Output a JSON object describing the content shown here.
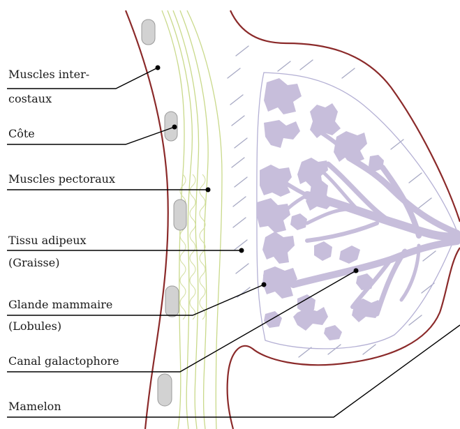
{
  "labels": {
    "intercostal_line1": "Muscles inter-",
    "intercostal_line2": "costaux",
    "rib": "Côte",
    "pectoral": "Muscles pectoraux",
    "adipose_line1": "Tissu adipeux",
    "adipose_line2": "(Graisse)",
    "gland_line1": "Glande mammaire",
    "gland_line2": "(Lobules)",
    "duct": "Canal galactophore",
    "nipple": "Mamelon"
  },
  "colors": {
    "skin_outline": "#8b2a2a",
    "pectoral_muscle": "#c9d98a",
    "gland_tissue": "#c7bedb",
    "gland_outline": "#b4b0d4",
    "rib_fill": "#d2d2d2",
    "fat_hatch": "#a7a9c4",
    "leader_line": "#000000"
  }
}
